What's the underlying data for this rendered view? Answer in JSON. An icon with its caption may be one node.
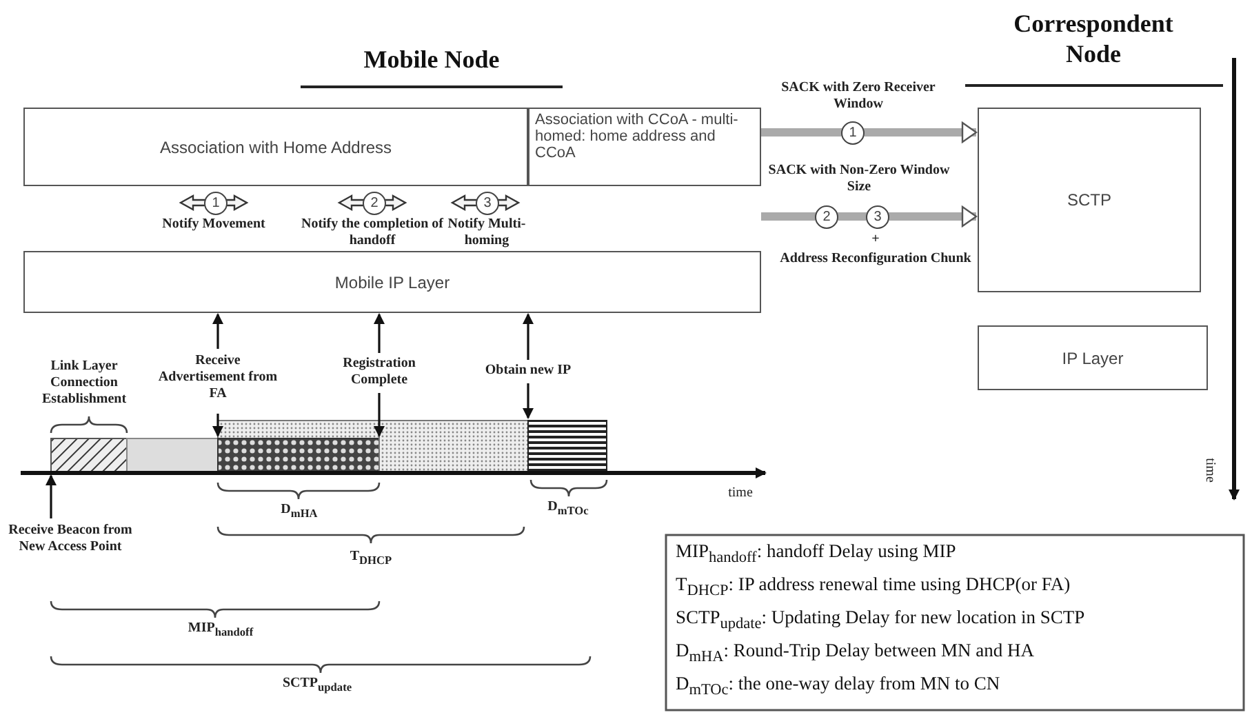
{
  "diagram": {
    "nodes": [
      {
        "text": [
          "Association with Home Address"
        ]
      },
      {
        "text": [
          "Association with CCoA - multi-homed: home address and CCoA"
        ]
      },
      {
        "text": [
          "Mobile IP Layer"
        ]
      },
      {
        "text": [
          "SCTP"
        ]
      },
      {
        "text": [
          "IP Layer"
        ]
      }
    ],
    "edges": [
      {
        "from": null,
        "to": 2,
        "arrow": "to",
        "label": "Receive Advertisement from FA"
      },
      {
        "from": null,
        "to": 2,
        "arrow": "to",
        "label": "Registration Complete"
      },
      {
        "from": null,
        "to": 2,
        "arrow": "to",
        "label": "Obtain new IP"
      },
      {
        "from": 1,
        "to": 3,
        "arrow": "to",
        "label": "SACK with Zero Receiver Window",
        "style": "thick",
        "color": "#aaaaaa"
      },
      {
        "from": 1,
        "to": 3,
        "arrow": "to",
        "label": "SACK with Non-Zero Window Size",
        "style": "thick",
        "color": "#aaaaaa"
      }
    ],
    "labels": [
      "Mobile Node",
      "Correspondent Node",
      "1",
      "1",
      "2",
      "3",
      "Notify Movement",
      "Notify the completion of handoff",
      "Notify Multi-homing",
      "2",
      "3",
      "+",
      "Address Reconfiguration Chunk",
      "Link Layer Connection Establishment",
      "time",
      "time",
      "D$_{mHA}$",
      "D$_{mTOc}$",
      "Receive Beacon from New Access Point",
      "T$_{DHCP}$",
      "MIP$_{handoff}$",
      "SCTP$_{update}$",
      "MIP$_{handoff}$: handoff Delay using MIP",
      "T$_{DHCP}$: IP address renewal time using DHCP(or FA)",
      "SCTP$_{update}$: Updating Delay for new location in SCTP",
      "D$_{mHA}$: Round-Trip Delay between MN and HA",
      "D$_{mTOc}$: the one-way delay from MN to CN"
    ]
  }
}
